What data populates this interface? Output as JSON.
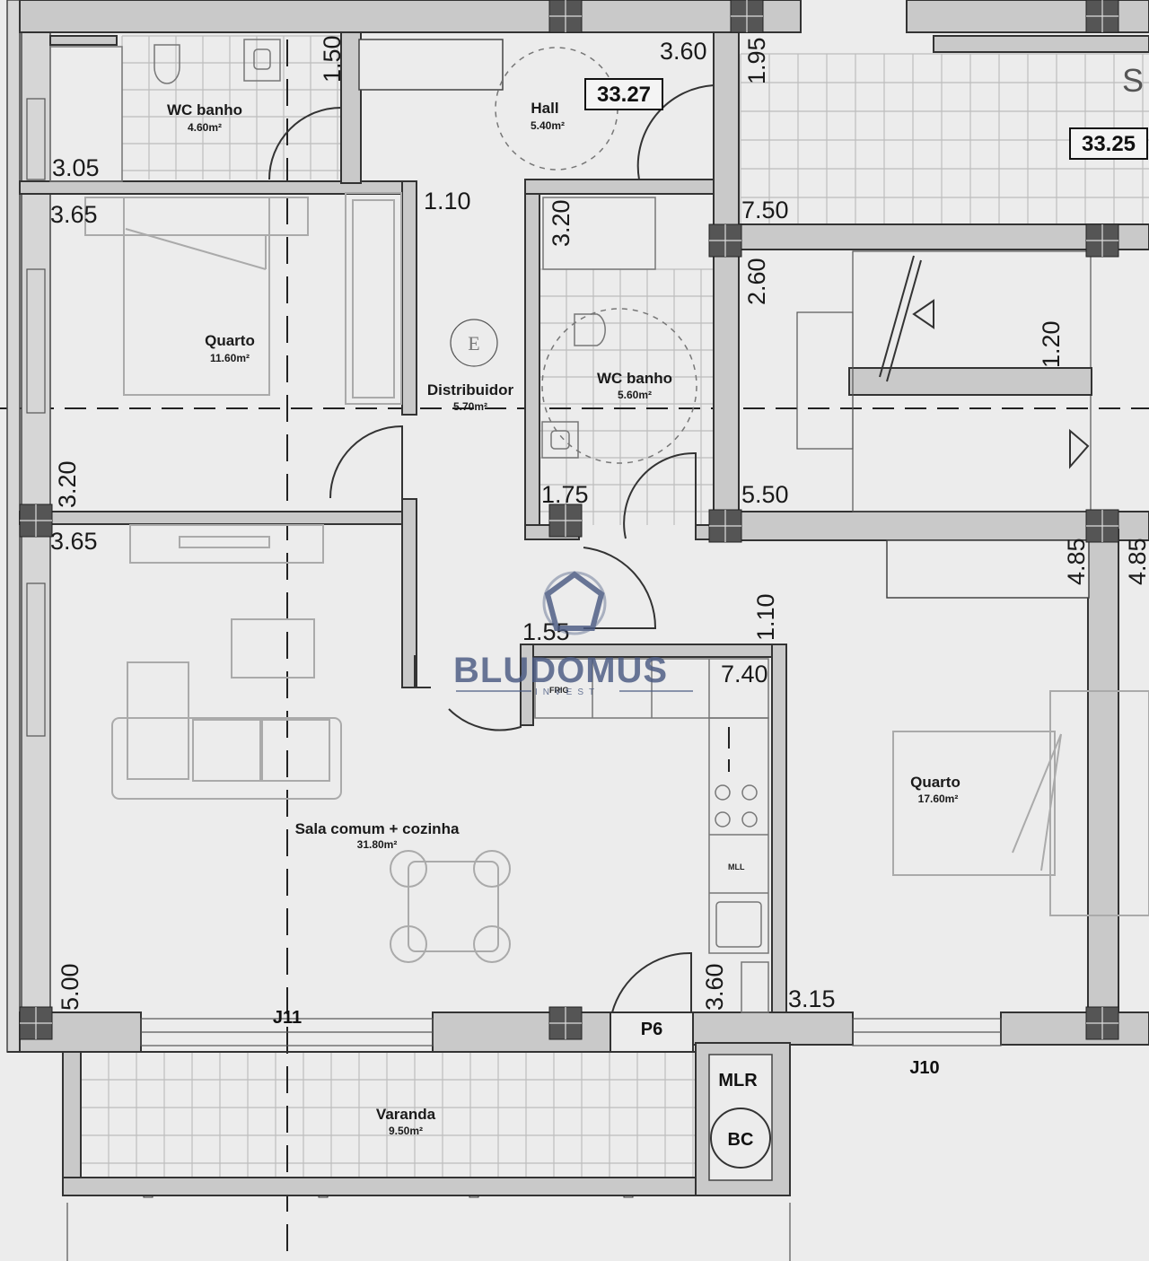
{
  "rooms": {
    "wc_banho_1": {
      "name": "WC banho",
      "area": "4.60m²"
    },
    "hall": {
      "name": "Hall",
      "area": "5.40m²"
    },
    "quarto_1": {
      "name": "Quarto",
      "area": "11.60m²"
    },
    "distribuidor": {
      "name": "Distribuidor",
      "area": "5.70m²"
    },
    "wc_banho_2": {
      "name": "WC banho",
      "area": "5.60m²"
    },
    "sala": {
      "name": "Sala comum + cozinha",
      "area": "31.80m²"
    },
    "quarto_2": {
      "name": "Quarto",
      "area": "17.60m²"
    },
    "varanda": {
      "name": "Varanda",
      "area": "9.50m²"
    }
  },
  "elevations": {
    "hall_level": "33.27",
    "landing_level": "33.25"
  },
  "dimensions": {
    "d150": "1.50",
    "d360_hall": "3.60",
    "d195": "1.95",
    "d305": "3.05",
    "d365_top": "3.65",
    "d110_top": "1.10",
    "d320_wc": "3.20",
    "d750": "7.50",
    "d260": "2.60",
    "d120": "1.20",
    "d320_left": "3.20",
    "d175": "1.75",
    "d550": "5.50",
    "d365_mid": "3.65",
    "d485_a": "4.85",
    "d485_b": "4.85",
    "d155": "1.55",
    "d110_mid": "1.10",
    "d740": "7.40",
    "d500": "5.00",
    "d360_p6": "3.60",
    "d315": "3.15"
  },
  "labels": {
    "frig": "FRIG",
    "mll": "MLL",
    "p6": "P6",
    "mlr": "MLR",
    "bc": "BC",
    "j11": "J11",
    "j10": "J10",
    "s_mark": "S",
    "e_symbol": "E"
  },
  "watermark": {
    "brand": "BLUDOMUS",
    "sub": "INVEST"
  }
}
